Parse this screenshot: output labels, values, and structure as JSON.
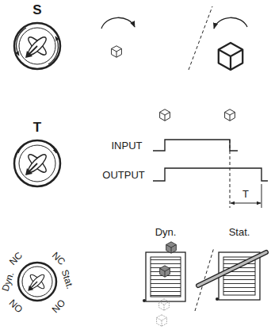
{
  "diagram": {
    "labels": [
      "S",
      "T",
      "INPUT",
      "OUTPUT",
      "T",
      "NC",
      "NC",
      "Dyn.",
      "Stat.",
      "NO",
      "NO",
      "Dyn.",
      "Stat."
    ]
  }
}
